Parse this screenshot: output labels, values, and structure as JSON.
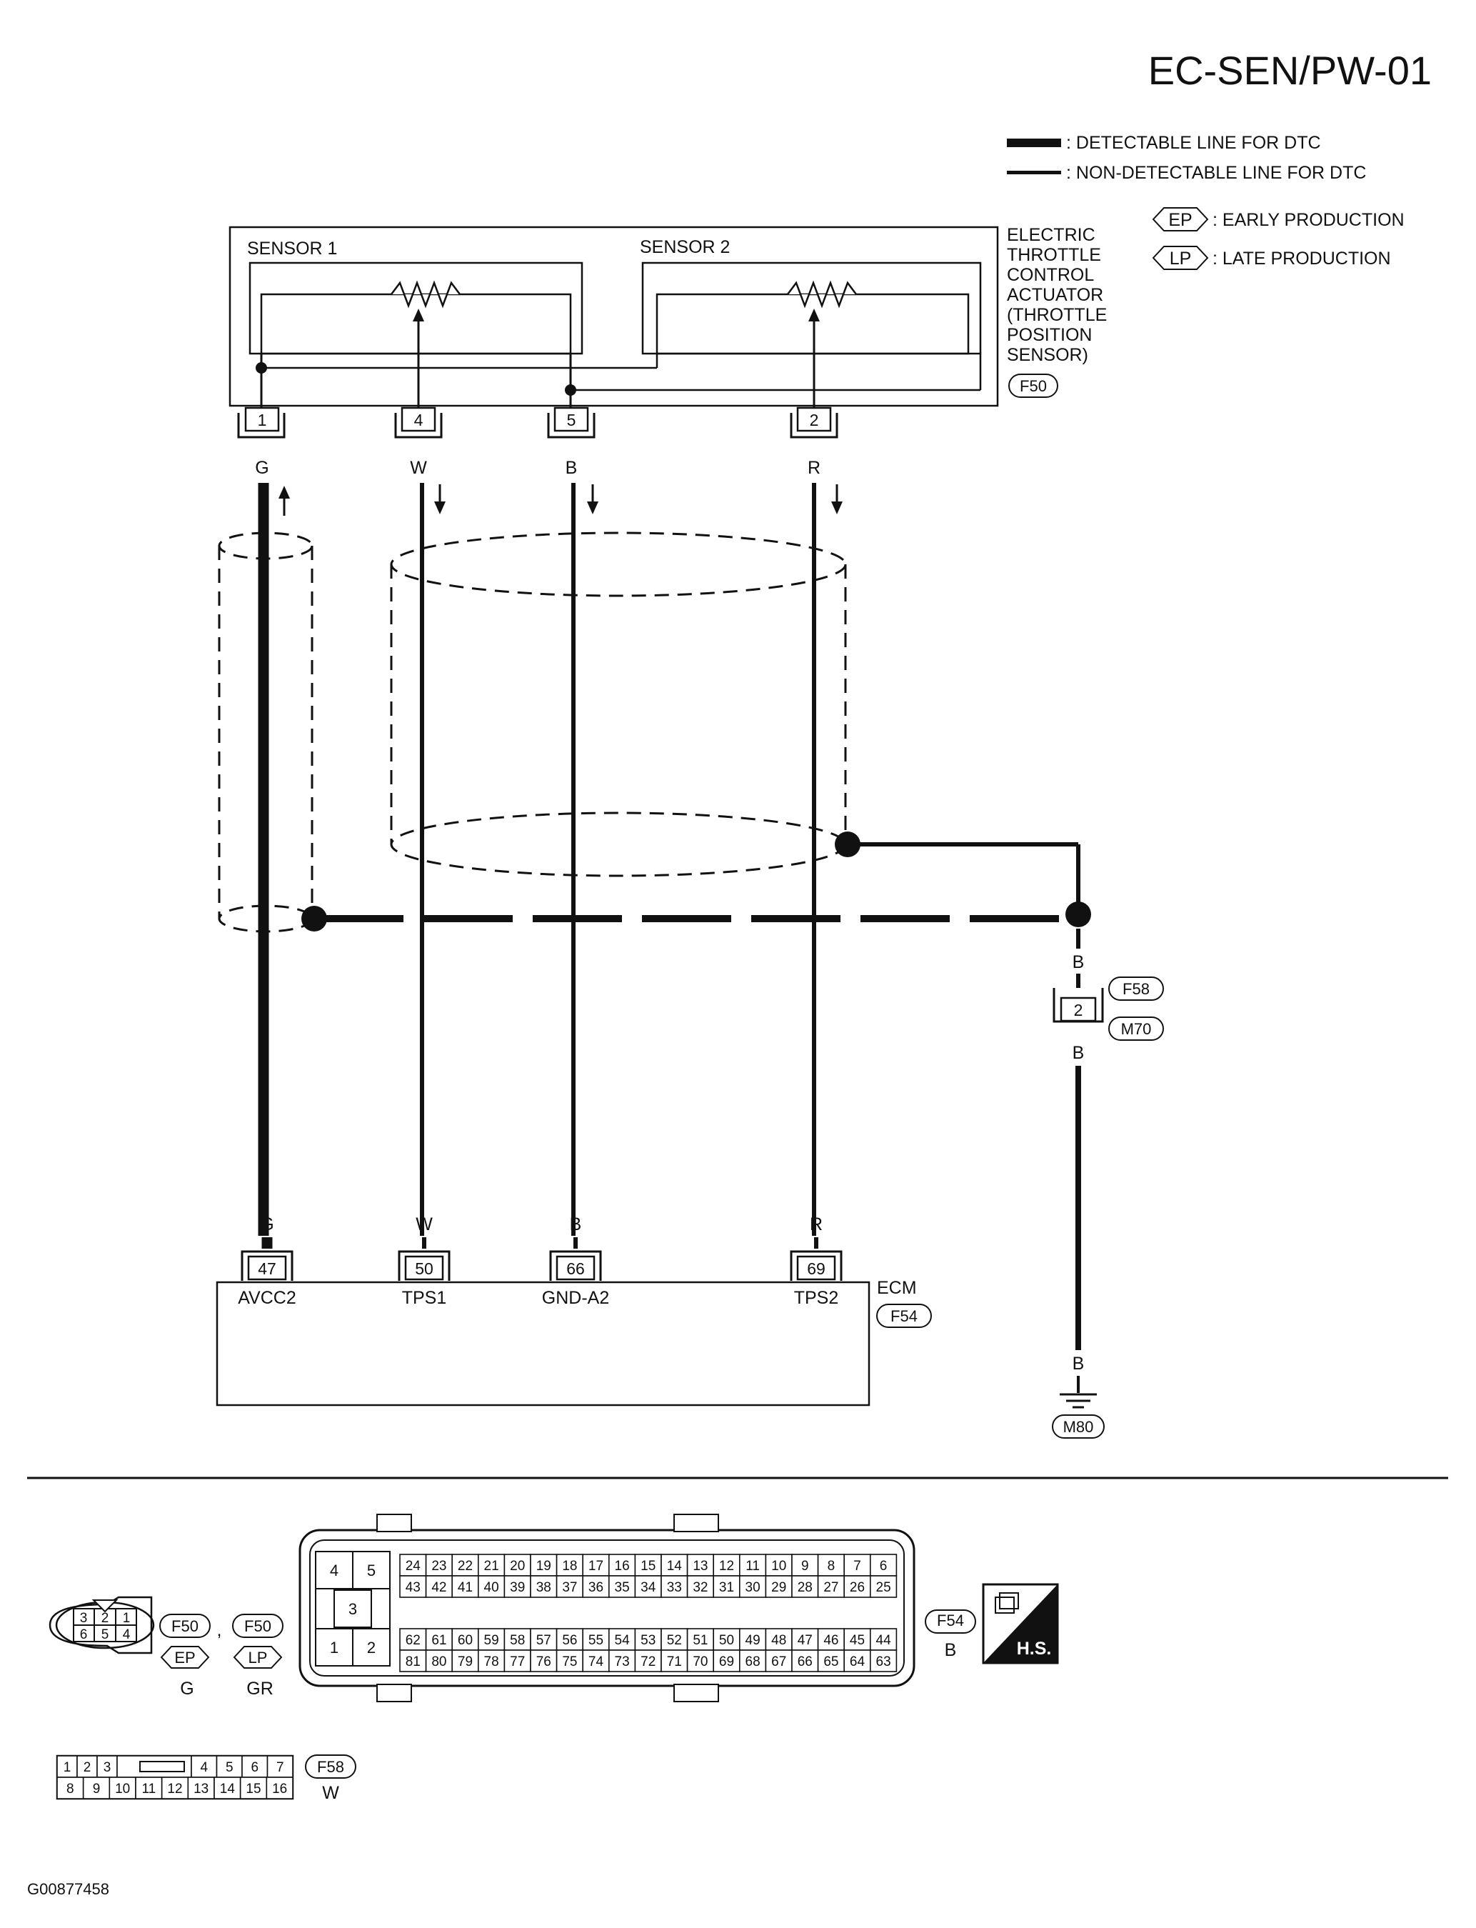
{
  "page_title": "EC-SEN/PW-01",
  "legend": {
    "detectable": ": DETECTABLE LINE FOR DTC",
    "non_detectable": ": NON-DETECTABLE LINE FOR DTC",
    "ep_code": "EP",
    "ep_text": ": EARLY PRODUCTION",
    "lp_code": "LP",
    "lp_text": ": LATE PRODUCTION"
  },
  "actuator": {
    "sensor1": "SENSOR 1",
    "sensor2": "SENSOR 2",
    "name_lines": [
      "ELECTRIC",
      "THROTTLE",
      "CONTROL",
      "ACTUATOR",
      "(THROTTLE",
      "POSITION",
      "SENSOR)"
    ],
    "connector": "F50",
    "pins": [
      "1",
      "4",
      "5",
      "2"
    ]
  },
  "wires": {
    "top_colors": [
      "G",
      "W",
      "B",
      "R"
    ],
    "bottom_colors": [
      "G",
      "W",
      "B",
      "R"
    ]
  },
  "ground": {
    "color_upper": "B",
    "connector_pin": "2",
    "connector_a": "F58",
    "connector_b": "M70",
    "color_lower": "B",
    "color_ground": "B",
    "ground_point": "M80"
  },
  "ecm": {
    "name": "ECM",
    "connector": "F54",
    "pins": [
      "47",
      "50",
      "66",
      "69"
    ],
    "signals": [
      "AVCC2",
      "TPS1",
      "GND-A2",
      "TPS2"
    ]
  },
  "connector_views": {
    "f50": {
      "top_row": [
        "3",
        "2",
        "1"
      ],
      "bottom_row": [
        "6",
        "5",
        "4"
      ],
      "id": "F50",
      "ep_tag": "EP",
      "ep_color": "G",
      "lp_tag": "LP",
      "lp_color": "GR",
      "separator": ","
    },
    "f54": {
      "id": "F54",
      "color": "B",
      "left_block": [
        "4",
        "5",
        "3",
        "1",
        "2"
      ],
      "row1": [
        "24",
        "23",
        "22",
        "21",
        "20",
        "19",
        "18",
        "17",
        "16",
        "15",
        "14",
        "13",
        "12",
        "11",
        "10",
        "9",
        "8",
        "7",
        "6"
      ],
      "row2": [
        "43",
        "42",
        "41",
        "40",
        "39",
        "38",
        "37",
        "36",
        "35",
        "34",
        "33",
        "32",
        "31",
        "30",
        "29",
        "28",
        "27",
        "26",
        "25"
      ],
      "row3": [
        "62",
        "61",
        "60",
        "59",
        "58",
        "57",
        "56",
        "55",
        "54",
        "53",
        "52",
        "51",
        "50",
        "49",
        "48",
        "47",
        "46",
        "45",
        "44"
      ],
      "row4": [
        "81",
        "80",
        "79",
        "78",
        "77",
        "76",
        "75",
        "74",
        "73",
        "72",
        "71",
        "70",
        "69",
        "68",
        "67",
        "66",
        "65",
        "64",
        "63"
      ],
      "hs_label": "H.S."
    },
    "f58": {
      "id": "F58",
      "color": "W",
      "top_row": [
        "1",
        "2",
        "3",
        "4",
        "5",
        "6",
        "7"
      ],
      "bottom_row": [
        "8",
        "9",
        "10",
        "11",
        "12",
        "13",
        "14",
        "15",
        "16"
      ]
    }
  },
  "image_code": "G00877458"
}
